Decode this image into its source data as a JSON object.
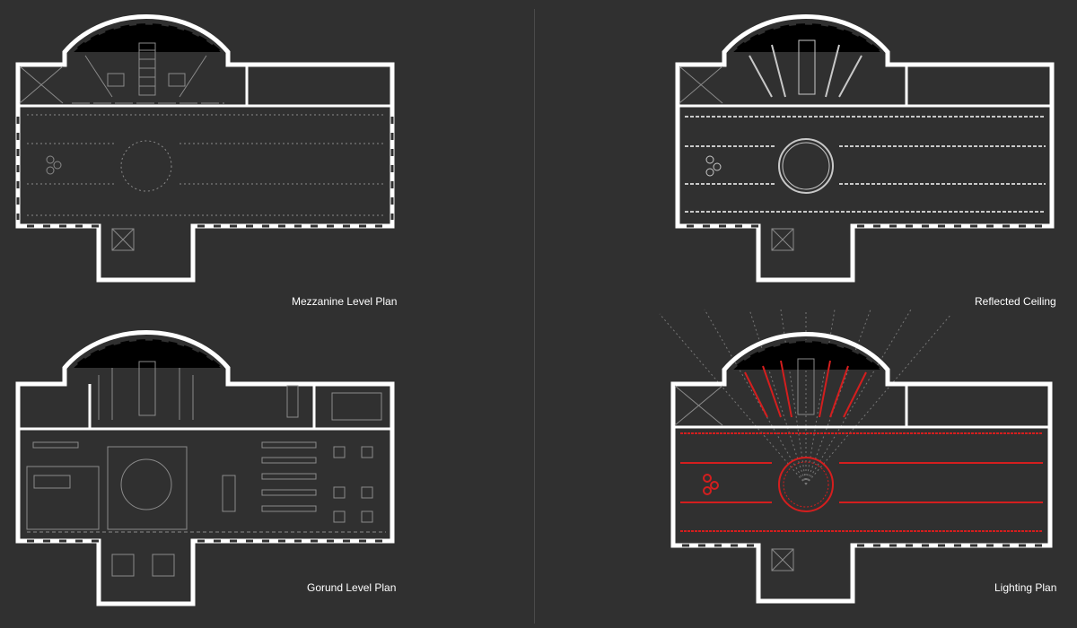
{
  "captions": {
    "mezzanine": "Mezzanine Level Plan",
    "reflected_ceiling": "Reflected Ceiling",
    "ground": "Gorund Level Plan",
    "lighting": "Lighting Plan"
  },
  "colors": {
    "background": "#303030",
    "wall": "#ffffff",
    "linework": "#9a9a9a",
    "lighting_accent": "#d41e1e",
    "divider": "#4a4a4a"
  }
}
